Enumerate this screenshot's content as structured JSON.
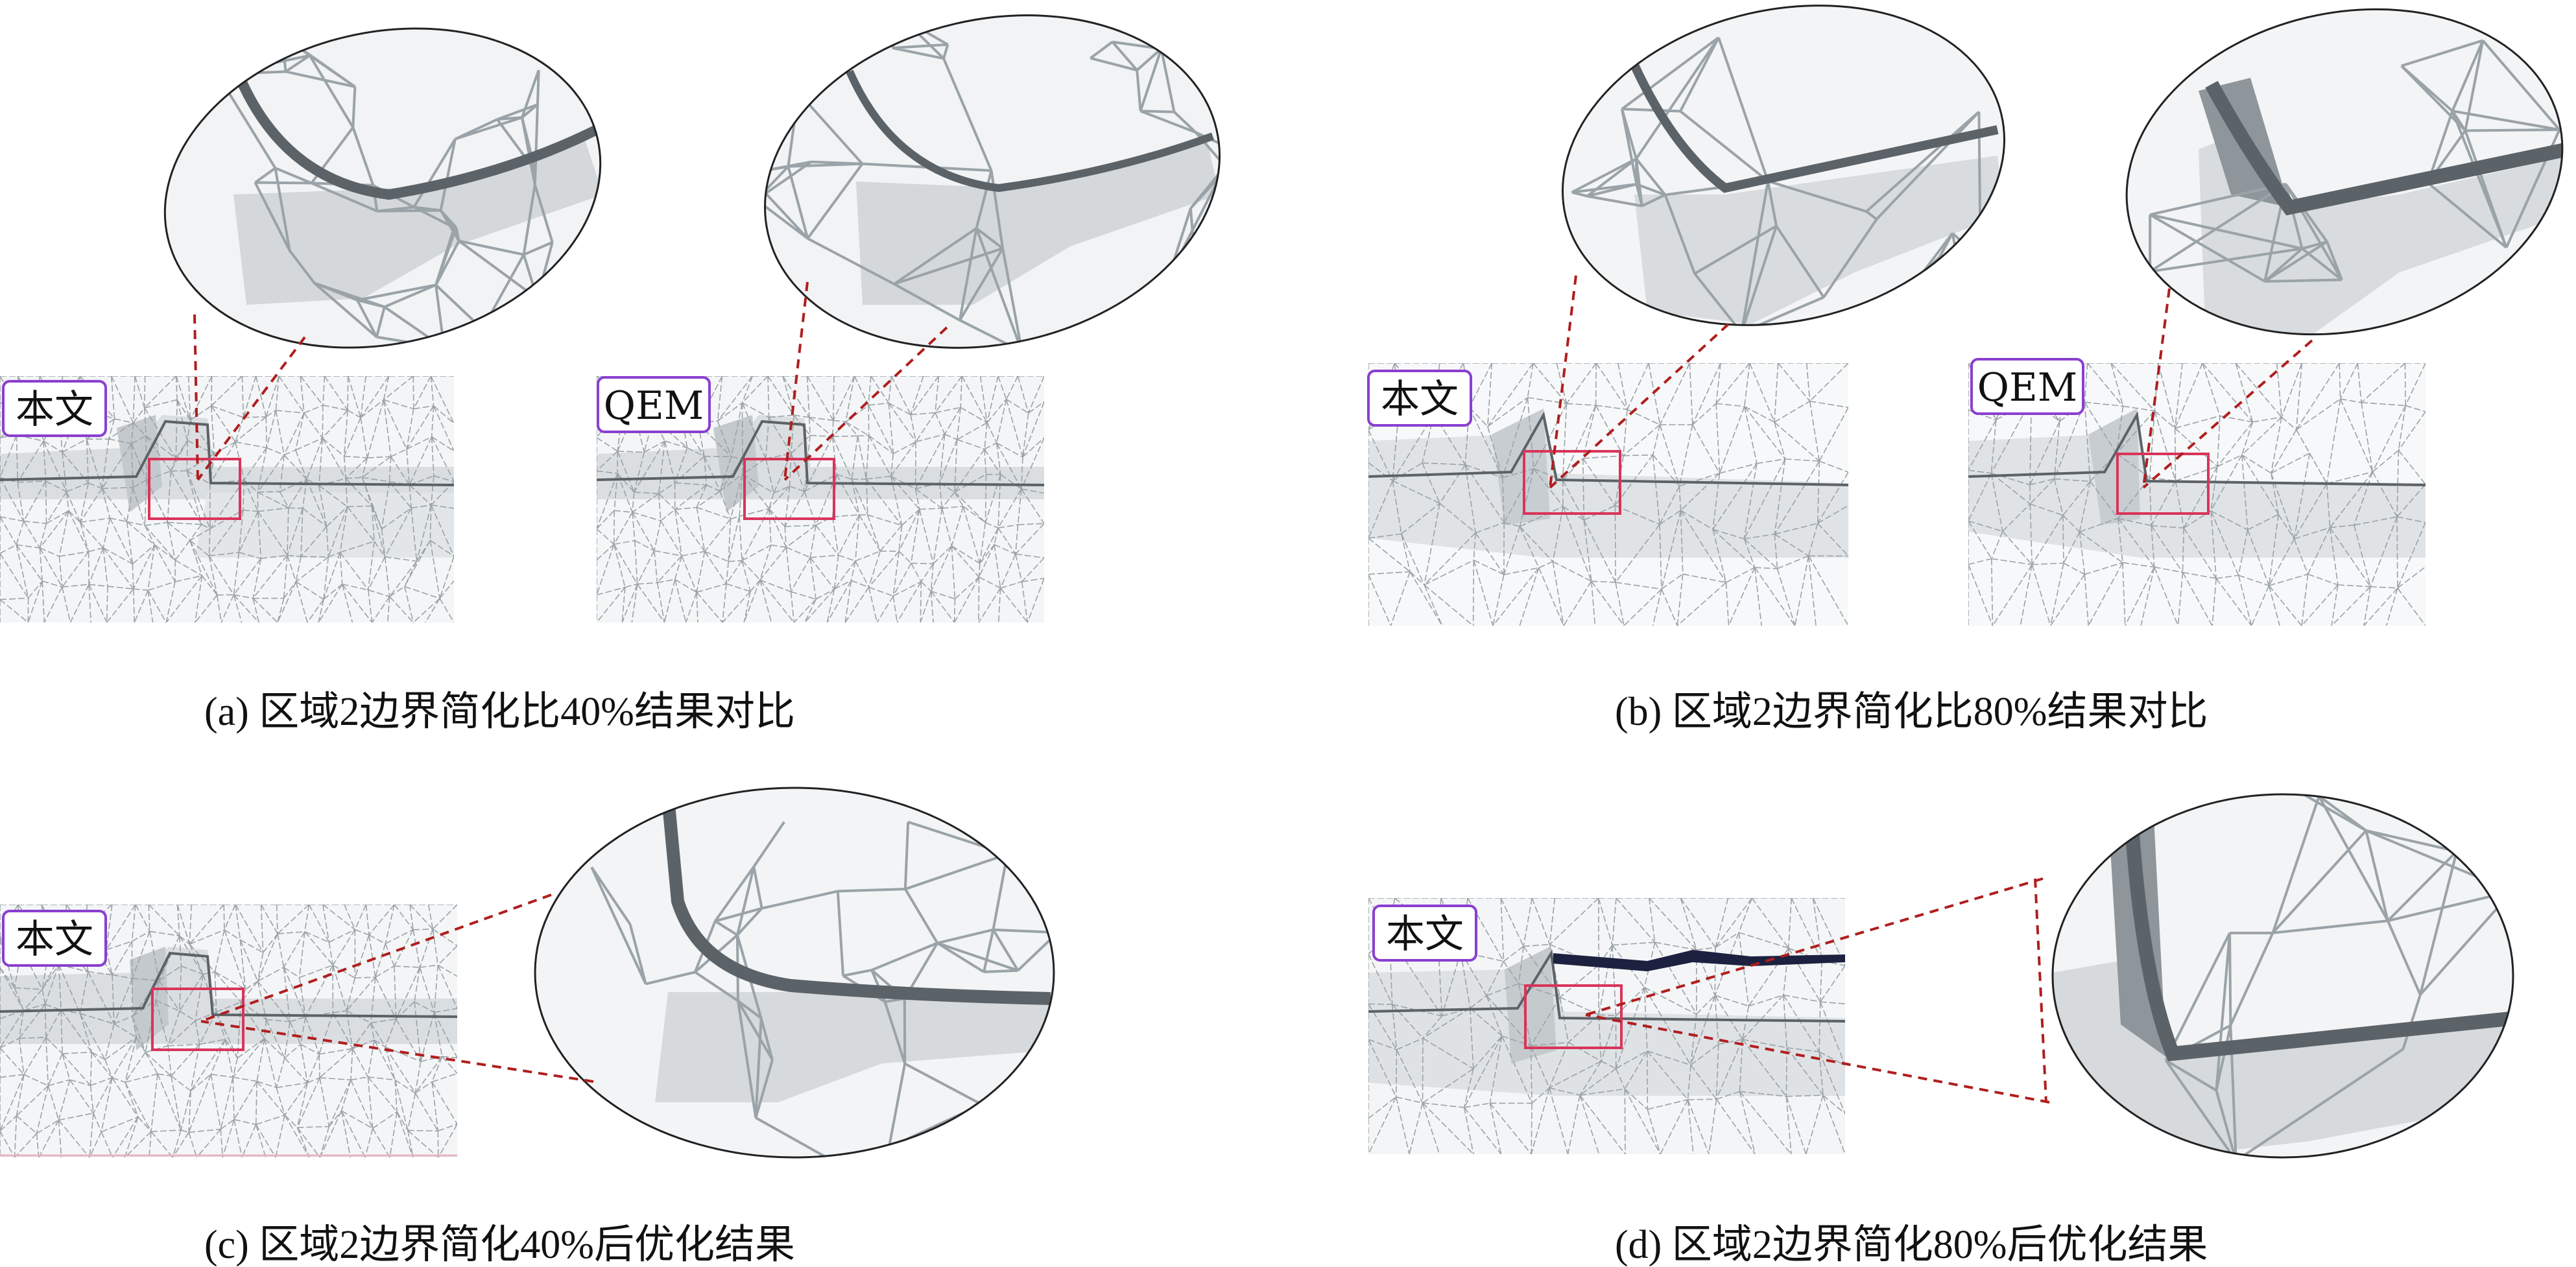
{
  "figure": {
    "panels": [
      {
        "id": "a",
        "caption": "(a) 区域2边界简化比40%结果对比",
        "images": [
          {
            "tag": "本文",
            "mesh": {
              "n": 7,
              "seed": 11
            },
            "zoom": {
              "seed": 101,
              "n": 34
            }
          },
          {
            "tag": "QEM",
            "mesh": {
              "n": 7,
              "seed": 13
            },
            "zoom": {
              "seed": 103,
              "n": 30
            }
          }
        ]
      },
      {
        "id": "b",
        "caption": "(b) 区域2边界简化比80%结果对比",
        "images": [
          {
            "tag": "本文",
            "mesh": {
              "n": 5,
              "seed": 17
            },
            "zoom": {
              "seed": 107,
              "n": 22
            }
          },
          {
            "tag": "QEM",
            "mesh": {
              "n": 5,
              "seed": 19
            },
            "zoom": {
              "seed": 109,
              "n": 14
            }
          }
        ]
      },
      {
        "id": "c",
        "caption": "(c) 区域2边界简化40%后优化结果",
        "images": [
          {
            "tag": "本文",
            "mesh": {
              "n": 7,
              "seed": 23
            },
            "zoom": {
              "seed": 113,
              "n": 30
            }
          }
        ]
      },
      {
        "id": "d",
        "caption": "(d) 区域2边界简化80%后优化结果",
        "images": [
          {
            "tag": "本文",
            "mesh": {
              "n": 5,
              "seed": 29
            },
            "zoom": {
              "seed": 117,
              "n": 14
            }
          }
        ]
      }
    ],
    "colors": {
      "mesh_line": "#9aa3a8",
      "mesh_fill": "#e9ecee",
      "mesh_shade": "#c4c9cd",
      "boundary_dark": "#5c6368",
      "highlight_box": "#d9345a",
      "leader_line": "#b01e1e",
      "tag_border": "#8a3fd0",
      "boundary_navy": "#1d2140"
    }
  }
}
